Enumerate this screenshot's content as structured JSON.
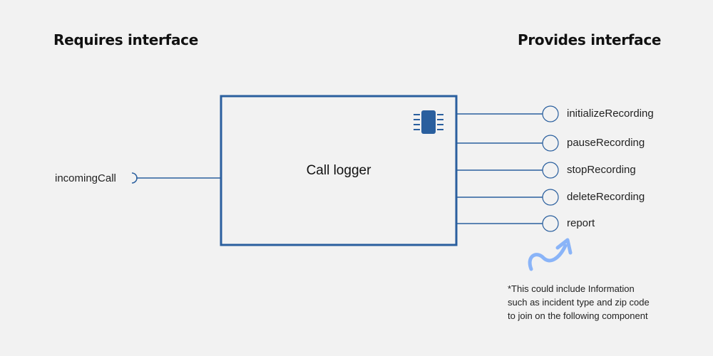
{
  "headings": {
    "requires": "Requires interface",
    "provides": "Provides interface"
  },
  "component": {
    "name": "Call logger",
    "icon": "component-chip-icon"
  },
  "required_interfaces": [
    "incomingCall"
  ],
  "provided_interfaces": [
    "initializeRecording",
    "pauseRecording",
    "stopRecording",
    "deleteRecording",
    "report"
  ],
  "note": {
    "lines": [
      "*This could include Information",
      "such as incident type and zip code",
      "to join on the following component"
    ],
    "arrow_icon": "curved-arrow-icon"
  },
  "colors": {
    "background": "#f2f2f2",
    "component_border": "#2a5f9e",
    "connector": "#2a5f9e",
    "icon_fill": "#2a5f9e",
    "arrow": "#8ab4f8"
  }
}
